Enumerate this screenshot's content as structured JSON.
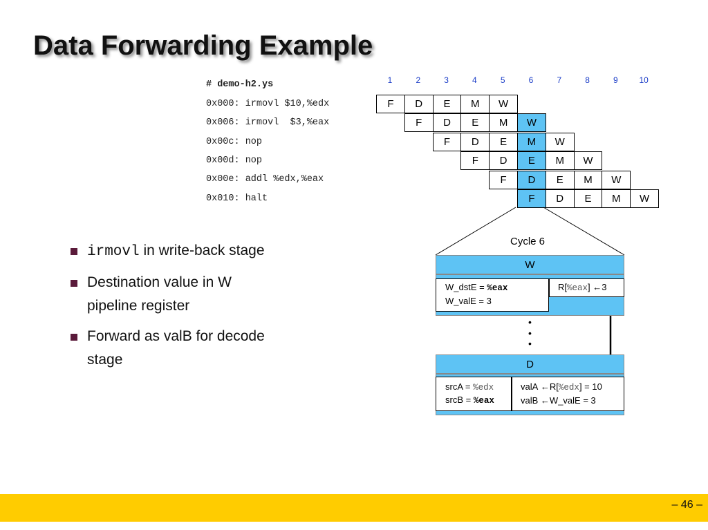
{
  "title": "Data Forwarding Example",
  "code": {
    "header": "# demo-h2.ys",
    "lines": [
      "0x000: irmovl $10,%edx",
      "0x006: irmovl  $3,%eax",
      "0x00c: nop",
      "0x00d: nop",
      "0x00e: addl %edx,%eax",
      "0x010: halt"
    ]
  },
  "pipeline": {
    "cycles": [
      "1",
      "2",
      "3",
      "4",
      "5",
      "6",
      "7",
      "8",
      "9",
      "10"
    ],
    "stages": [
      "F",
      "D",
      "E",
      "M",
      "W"
    ],
    "start_cycles": [
      1,
      2,
      3,
      4,
      5,
      6
    ],
    "highlight_cycle": 6,
    "highlight_color": "#5ec3f4"
  },
  "bullets": [
    {
      "mono": "irmovl",
      "text": " in write-back stage"
    },
    {
      "mono": "",
      "text": "Destination value in W pipeline register"
    },
    {
      "mono": "",
      "text": "Forward as valB for decode stage"
    }
  ],
  "detail": {
    "cycle_label": "Cycle 6",
    "w_stage": "W",
    "w_dstE_label": "W_dstE = ",
    "w_dstE_reg": "%eax",
    "w_valE": "W_valE = 3",
    "reg_write_prefix": "R[",
    "reg_write_reg": "%eax",
    "reg_write_suffix": "]",
    "reg_write_arrow": "←",
    "reg_write_val": "3",
    "ellipsis": "•",
    "d_stage": "D",
    "srcA_label": "srcA = ",
    "srcA_reg": "%edx",
    "srcB_label": "srcB = ",
    "srcB_reg": "%eax",
    "valA_label": "valA",
    "valA_arrow": "←",
    "valA_prefix": "R[",
    "valA_reg": "%edx",
    "valA_suffix": "] = 10",
    "valB_label": "valB",
    "valB_arrow": "←",
    "valB_value": "W_valE = 3"
  },
  "footer": {
    "page": "– 46 –",
    "color": "#ffcc00"
  }
}
